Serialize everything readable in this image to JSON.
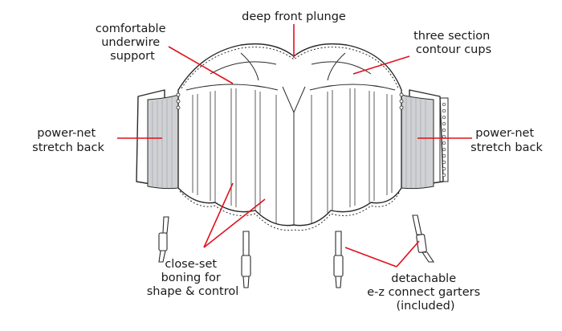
{
  "labels": {
    "plunge": [
      "deep front plunge"
    ],
    "underwire": [
      "comfortable",
      "underwire",
      "support"
    ],
    "cups": [
      "three section",
      "contour cups"
    ],
    "left_back": [
      "power-net",
      "stretch back"
    ],
    "right_back": [
      "power-net",
      "stretch back"
    ],
    "boning": [
      "close-set",
      "boning for",
      "shape  & control"
    ],
    "garters": [
      "detachable",
      "e-z connect garters",
      "(included)"
    ]
  },
  "colors": {
    "leader": "#e1101c",
    "outline": "#2a2a2a",
    "mesh": "#cfd1d4"
  },
  "icons": {
    "figure": "bustier-garment-illustration"
  }
}
